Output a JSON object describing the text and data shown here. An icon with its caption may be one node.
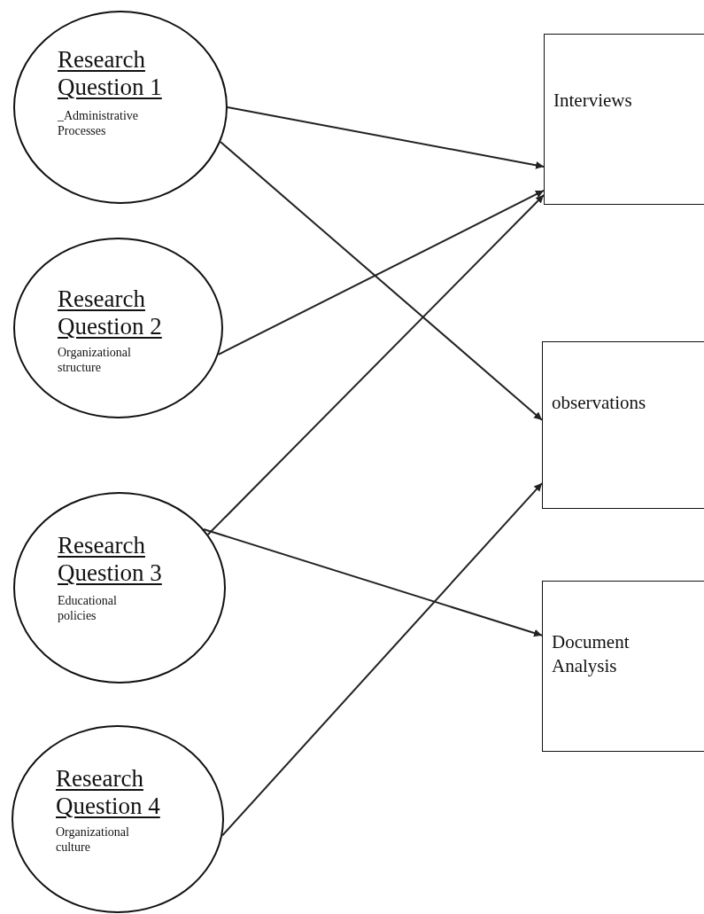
{
  "diagram": {
    "nodes": [
      {
        "text": [
          "Research Question 1",
          "_Administrative Processes"
        ]
      },
      {
        "text": [
          "Research Question 2",
          "Organizational structure"
        ]
      },
      {
        "text": [
          "Research Question 3",
          "Educational policies"
        ]
      },
      {
        "text": [
          "Research Question 4",
          "Organizational culture"
        ]
      },
      {
        "text": [
          "Interviews"
        ]
      },
      {
        "text": [
          "observations"
        ]
      },
      {
        "text": [
          "Document Analysis"
        ]
      }
    ],
    "edges": [
      {
        "from": 0,
        "to": 4,
        "arrow": "to"
      },
      {
        "from": 0,
        "to": 5,
        "arrow": "to"
      },
      {
        "from": 1,
        "to": 4,
        "arrow": "to"
      },
      {
        "from": 2,
        "to": 4,
        "arrow": "to"
      },
      {
        "from": 2,
        "to": 6,
        "arrow": "to"
      },
      {
        "from": 3,
        "to": 5,
        "arrow": "to"
      }
    ]
  }
}
